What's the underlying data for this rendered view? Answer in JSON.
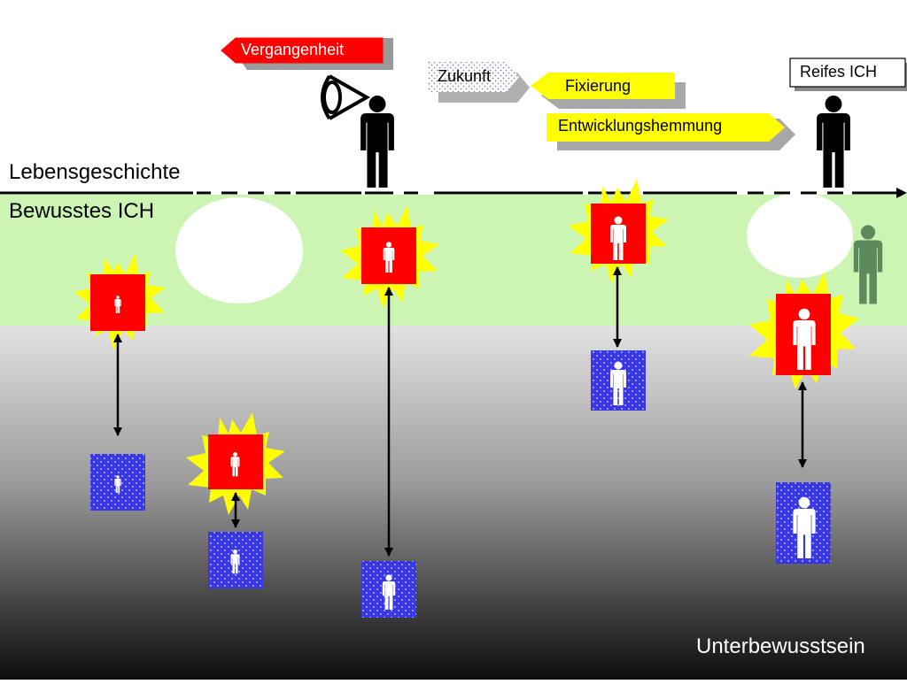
{
  "labels": {
    "past": "Vergangenheit",
    "future": "Zukunft",
    "fixation": "Fixierung",
    "inhibition": "Entwicklungshemmung",
    "mature_ego": "Reifes ICH",
    "life_history": "Lebensgeschichte",
    "conscious_ego": "Bewusstes ICH",
    "subconscious": "Unterbewusstsein"
  },
  "colors": {
    "conscious_band": "#ccf5b4",
    "trauma_box": "#ff0000",
    "burst": "#ffff00",
    "subconscious_box": "#3333e6",
    "figure_black": "#000000",
    "figure_green": "#5c8a5c",
    "past_tag": "#ff0000",
    "fixation_tag": "#ffff00"
  },
  "icons": [
    "eye-icon",
    "person-icon"
  ]
}
